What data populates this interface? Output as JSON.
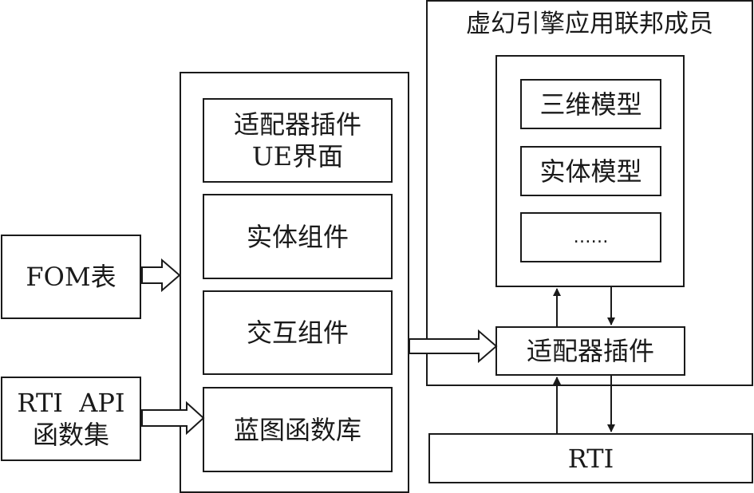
{
  "fom_table": {
    "label": "FOM表"
  },
  "rti_api": {
    "line1": "RTI  API",
    "line2": "函数集"
  },
  "plugin_panel": {
    "ue_interface": {
      "line1": "适配器插件",
      "line2": "UE界面"
    },
    "entity_component": "实体组件",
    "interaction_component": "交互组件",
    "blueprint_library": "蓝图函数库"
  },
  "federate": {
    "title": "虚幻引擎应用联邦成员",
    "models": [
      "三维模型",
      "实体模型",
      "……"
    ],
    "adapter_plugin": "适配器插件"
  },
  "rti": {
    "label": "RTI"
  },
  "colors": {
    "stroke": "#1a1a1a",
    "background": "#ffffff"
  }
}
